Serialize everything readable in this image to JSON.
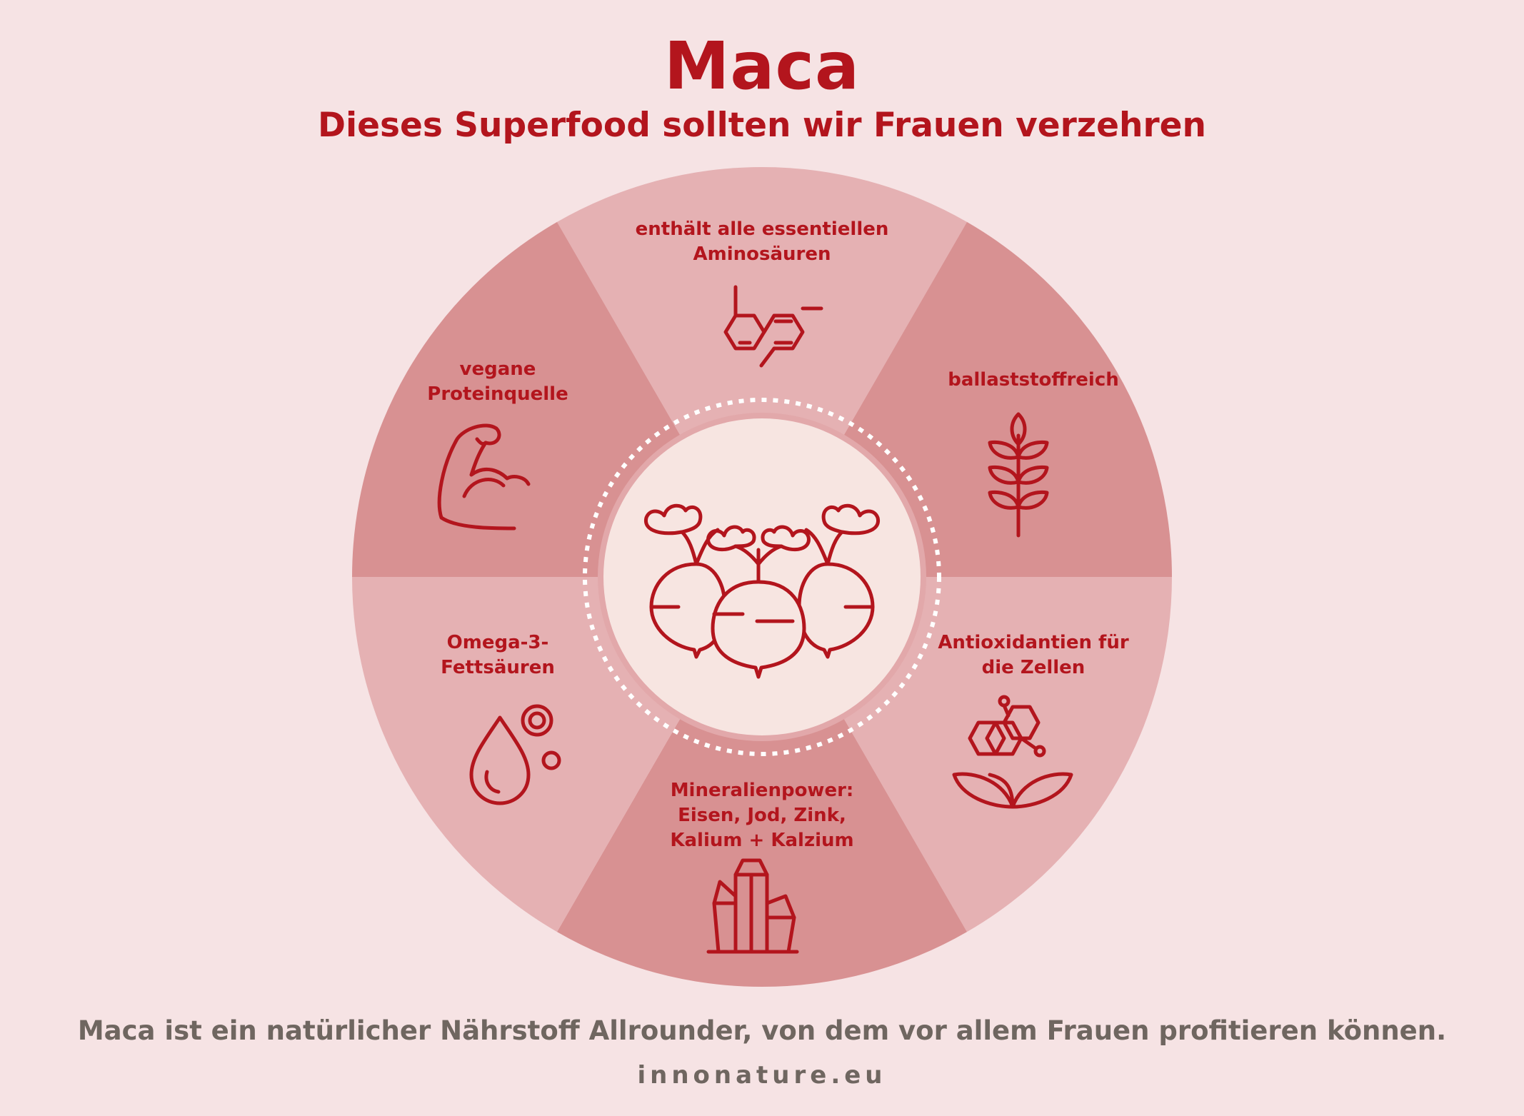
{
  "header": {
    "title": "Maca",
    "subtitle": "Dieses Superfood sollten wir Frauen verzehren"
  },
  "segments": [
    {
      "label": "enthält alle essentiellen\nAminosäuren",
      "icon": "molecule-icon"
    },
    {
      "label": "ballaststoffreich",
      "icon": "wheat-icon"
    },
    {
      "label": "Antioxidantien für\ndie Zellen",
      "icon": "molecule-leaf-icon"
    },
    {
      "label": "Mineralienpower:\nEisen, Jod, Zink,\nKalium + Kalzium",
      "icon": "crystals-icon"
    },
    {
      "label": "Omega-3-\nFettsäuren",
      "icon": "oil-drop-icon"
    },
    {
      "label": "vegane\nProteinquelle",
      "icon": "muscle-arm-icon"
    }
  ],
  "center": {
    "icon": "maca-root-icon"
  },
  "footer": {
    "text": "Maca ist ein natürlicher Nährstoff Allrounder, von dem vor allem Frauen profitieren können.",
    "url": "innonature.eu"
  },
  "colors": {
    "accent": "#b3151d",
    "background": "#f6e3e4",
    "segment_dark": "#d89192",
    "segment_light": "#e5b1b3",
    "center_ring": "#e2a8aa",
    "center_fill": "#f7e5e1",
    "footer_text": "#6f6660"
  }
}
